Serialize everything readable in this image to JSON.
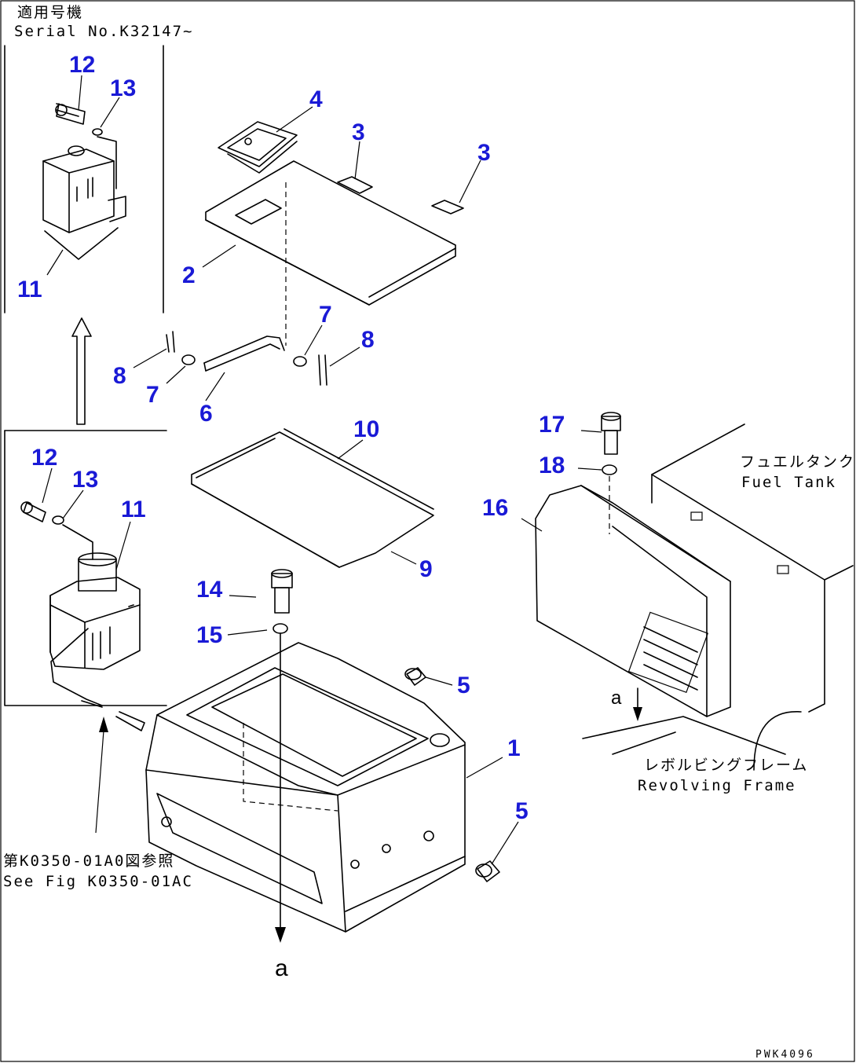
{
  "notes": {
    "serial_jp": "適用号機",
    "serial_en": "Serial No.K32147~",
    "fuel_tank_jp": "フュエルタンク",
    "fuel_tank_en": "Fuel Tank",
    "revolving_frame_jp": "レボルビングフレーム",
    "revolving_frame_en": "Revolving Frame",
    "see_fig_jp": "第K0350-01A0図参照",
    "see_fig_en": "See Fig K0350-01AC",
    "view_ref_a": "a",
    "view_ref_a_top": "a",
    "drawing_id": "PWK4096"
  },
  "callouts": {
    "c1": "1",
    "c2": "2",
    "c3a": "3",
    "c3b": "3",
    "c4": "4",
    "c5a": "5",
    "c5b": "5",
    "c6": "6",
    "c7a": "7",
    "c7b": "7",
    "c8a": "8",
    "c8b": "8",
    "c9": "9",
    "c10": "10",
    "c11a": "11",
    "c11b": "11",
    "c12a": "12",
    "c12b": "12",
    "c13a": "13",
    "c13b": "13",
    "c14": "14",
    "c15": "15",
    "c16": "16",
    "c17": "17",
    "c18": "18"
  },
  "colors": {
    "callout": "#1a1ad6",
    "line": "#000000"
  }
}
